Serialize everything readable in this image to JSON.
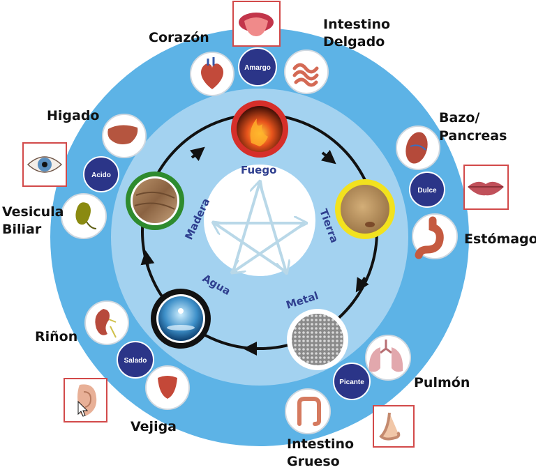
{
  "elements": {
    "fire": {
      "label": "Fuego",
      "ring_color": "#d62f2a"
    },
    "earth": {
      "label": "Tierra",
      "ring_color": "#f2e21e"
    },
    "metal": {
      "label": "Metal",
      "ring_color": "#ffffff"
    },
    "water": {
      "label": "Agua",
      "ring_color": "#111111"
    },
    "wood": {
      "label": "Madera",
      "ring_color": "#2e8b2e"
    }
  },
  "tastes": {
    "fire": "Amargo",
    "earth": "Dulce",
    "metal": "Picante",
    "water": "Salado",
    "wood": "Acido"
  },
  "organs": {
    "heart": "Corazón",
    "small_intestine_1": "Intestino",
    "small_intestine_2": "Delgado",
    "spleen_1": "Bazo/",
    "spleen_2": "Pancreas",
    "stomach": "Estómago",
    "lung": "Pulmón",
    "large_intestine_1": "Intestino",
    "large_intestine_2": "Grueso",
    "bladder": "Vejiga",
    "kidney": "Riñon",
    "gallbladder_1": "Vesicula",
    "gallbladder_2": "Biliar",
    "liver": "Higado"
  },
  "sense_organs": [
    "tongue-icon",
    "lips-icon",
    "nose-icon",
    "ear-icon",
    "eye-icon"
  ],
  "colors": {
    "outer_ring": "#5db3e6",
    "inner_ring": "#a3d2f0",
    "core": "#cfe7f8",
    "taste_circle": "#2b3588",
    "cycle_line": "#111111"
  }
}
